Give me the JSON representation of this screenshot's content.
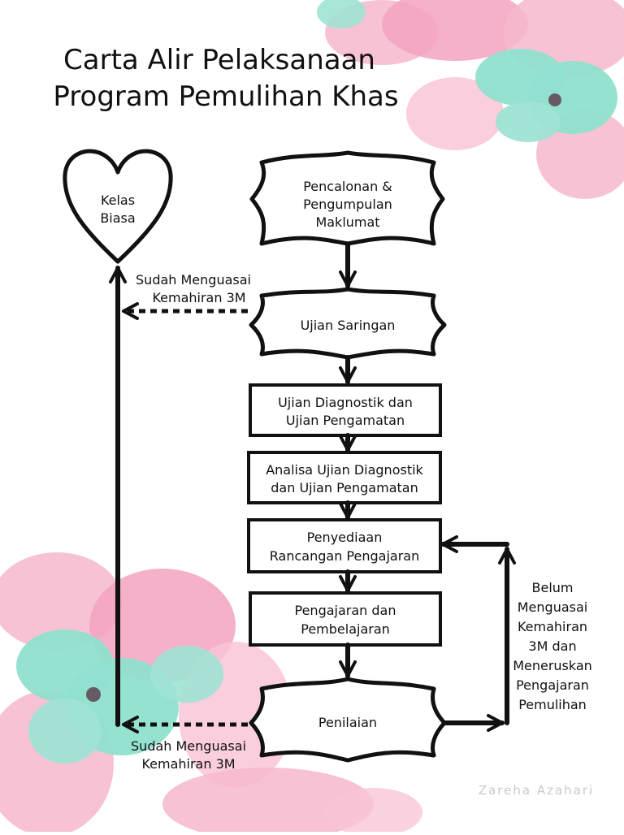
{
  "title": {
    "line1": "Carta Alir Pelaksanaan",
    "line2": "Program Pemulihan Khas"
  },
  "nodes": {
    "kelas_biasa": {
      "line1": "Kelas",
      "line2": "Biasa"
    },
    "pencalonan": {
      "line1": "Pencalonan &",
      "line2": "Pengumpulan",
      "line3": "Maklumat"
    },
    "ujian_saringan": {
      "line1": "Ujian Saringan"
    },
    "ujian_diagnostik": {
      "line1": "Ujian Diagnostik dan",
      "line2": "Ujian Pengamatan"
    },
    "analisa": {
      "line1": "Analisa Ujian Diagnostik",
      "line2": "dan Ujian Pengamatan"
    },
    "penyediaan": {
      "line1": "Penyediaan",
      "line2": "Rancangan Pengajaran"
    },
    "pengajaran": {
      "line1": "Pengajaran dan",
      "line2": "Pembelajaran"
    },
    "penilaian": {
      "line1": "Penilaian"
    }
  },
  "edge_labels": {
    "top_mastered": {
      "line1": "Sudah Menguasai",
      "line2": "Kemahiran 3M"
    },
    "bottom_mastered": {
      "line1": "Sudah Menguasai",
      "line2": "Kemahiran 3M"
    },
    "not_mastered": {
      "line1": "Belum",
      "line2": "Menguasai",
      "line3": "Kemahiran",
      "line4": "3M dan",
      "line5": "Meneruskan",
      "line6": "Pengajaran",
      "line7": "Pemulihan"
    }
  },
  "watermark": "Zareha Azahari",
  "colors": {
    "ink": "#111111",
    "petal_pink": "#f4a9c2",
    "petal_teal": "#8fe0cf",
    "flower_center": "#5a3a4a"
  }
}
